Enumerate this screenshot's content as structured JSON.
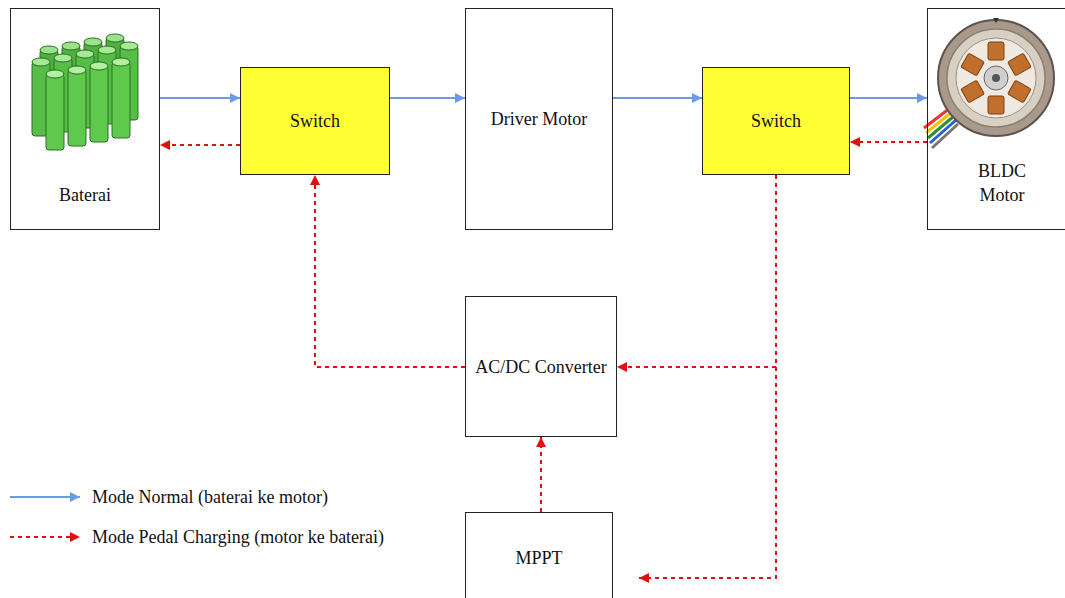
{
  "diagram": {
    "nodes": [
      {
        "text": [
          "Baterai"
        ]
      },
      {
        "text": [
          "Switch"
        ]
      },
      {
        "text": [
          "Driver Motor"
        ]
      },
      {
        "text": [
          "Switch"
        ]
      },
      {
        "text": [
          "BLDC Motor"
        ]
      },
      {
        "text": [
          "AC/DC Converter"
        ]
      },
      {
        "text": [
          "MPPT"
        ]
      }
    ],
    "edges": [
      {
        "from": 0,
        "to": 1,
        "arrow": "to"
      },
      {
        "from": 1,
        "to": 2,
        "arrow": "to"
      },
      {
        "from": 2,
        "to": 3,
        "arrow": "to"
      },
      {
        "from": 3,
        "to": 4,
        "arrow": "to"
      },
      {
        "from": 1,
        "to": 0,
        "arrow": "to"
      },
      {
        "from": 4,
        "to": 3,
        "arrow": "to"
      },
      {
        "from": 3,
        "to": 5,
        "arrow": "to"
      },
      {
        "from": 3,
        "to": 6,
        "arrow": "to"
      },
      {
        "from": 6,
        "to": 5,
        "arrow": "to"
      },
      {
        "from": 5,
        "to": 1,
        "arrow": "to"
      }
    ],
    "legend": [
      {
        "text": "Mode Normal (baterai ke motor)"
      },
      {
        "text": "Mode Pedal Charging (motor ke baterai)"
      }
    ]
  }
}
